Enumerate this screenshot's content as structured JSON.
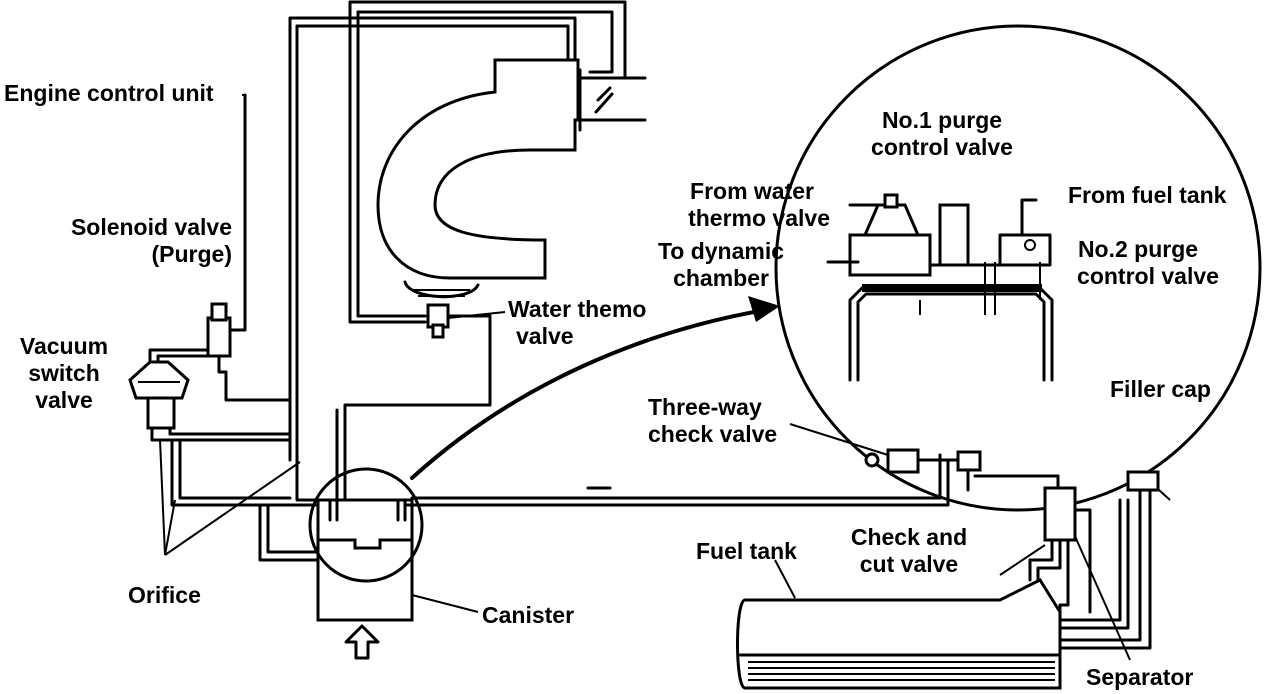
{
  "labels": {
    "engine_control_unit": "Engine control unit",
    "solenoid_valve_line1": "Solenoid valve",
    "solenoid_valve_line2": "(Purge)",
    "vacuum_line1": "Vacuum",
    "vacuum_line2": "switch",
    "vacuum_line3": "valve",
    "orifice": "Orifice",
    "canister": "Canister",
    "water_thermo_line1": "Water themo",
    "water_thermo_line2": "valve",
    "no1_purge_line1": "No.1 purge",
    "no1_purge_line2": "control valve",
    "from_water_line1": "From water",
    "from_water_line2": "thermo valve",
    "to_dynamic_line1": "To dynamic",
    "to_dynamic_line2": "chamber",
    "from_fuel_tank": "From fuel tank",
    "no2_purge_line1": "No.2 purge",
    "no2_purge_line2": "control valve",
    "three_way_line1": "Three-way",
    "three_way_line2": "check valve",
    "filler_cap": "Filler cap",
    "check_cut_line1": "Check and",
    "check_cut_line2": "cut valve",
    "fuel_tank": "Fuel tank",
    "separator": "Separator"
  },
  "colors": {
    "ink": "#000000",
    "paper": "#ffffff"
  }
}
